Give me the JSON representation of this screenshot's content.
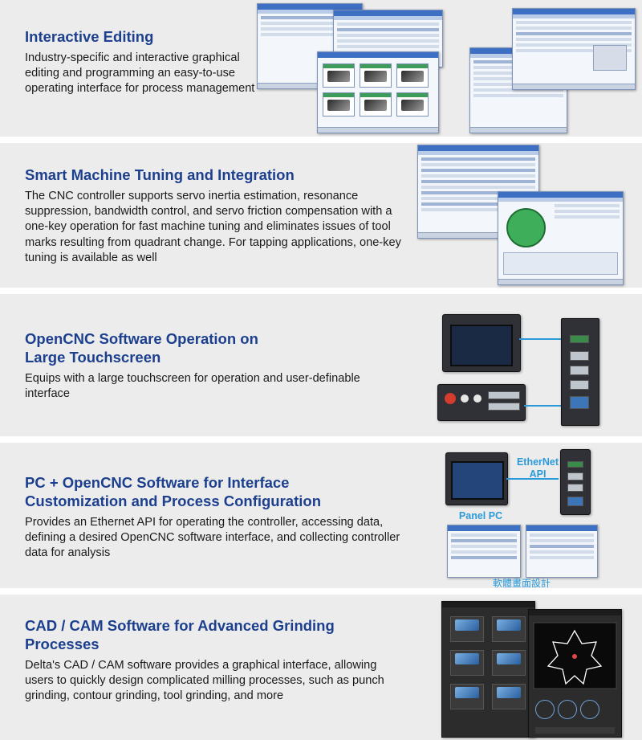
{
  "sections": [
    {
      "title": "Interactive Editing",
      "description": "Industry-specific and interactive graphical editing and programming an easy-to-use operating interface for process management"
    },
    {
      "title": "Smart Machine Tuning and Integration",
      "description": "The CNC controller supports servo inertia estimation, resonance suppression, bandwidth control, and servo friction compensation with a one-key operation for fast machine tuning and eliminates issues of tool marks resulting from quadrant change. For tapping applications, one-key tuning is available as well"
    },
    {
      "title_line1": "OpenCNC Software Operation on",
      "title_line2": "Large Touchscreen",
      "description": "Equips with a large touchscreen for operation and user-definable interface"
    },
    {
      "title_line1": "PC + OpenCNC Software for Interface",
      "title_line2": "Customization and Process Configuration",
      "description": "Provides an Ethernet API for operating the controller, accessing data, defining a desired OpenCNC software interface, and collecting controller data for analysis",
      "label_ethernet_line1": "EtherNet",
      "label_ethernet_line2": "API",
      "label_panel_pc": "Panel PC",
      "label_software_design": "軟體畫面設計"
    },
    {
      "title_line1": "CAD / CAM Software for Advanced Grinding",
      "title_line2": "Processes",
      "description": "Delta's CAD / CAM software provides a graphical interface, allowing users to quickly design complicated milling processes, such as punch grinding, contour grinding, tool grinding, and more"
    }
  ],
  "colors": {
    "title": "#1c3f8e",
    "panel_bg": "#ececec",
    "accent_blue": "#2a9ad8"
  }
}
